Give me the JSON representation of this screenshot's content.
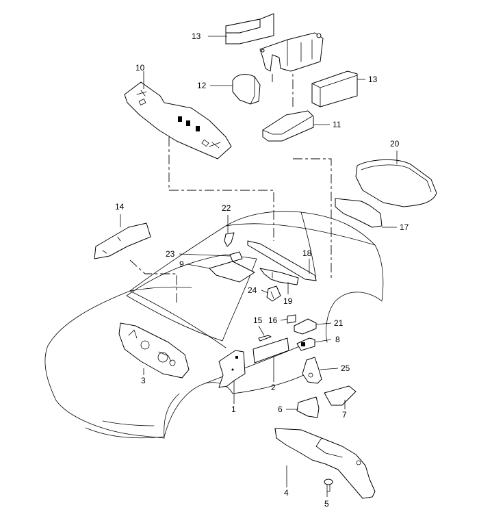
{
  "callouts": [
    {
      "id": "1",
      "label": "1"
    },
    {
      "id": "2",
      "label": "2"
    },
    {
      "id": "3",
      "label": "3"
    },
    {
      "id": "4",
      "label": "4"
    },
    {
      "id": "5",
      "label": "5"
    },
    {
      "id": "6",
      "label": "6"
    },
    {
      "id": "7",
      "label": "7"
    },
    {
      "id": "8",
      "label": "8"
    },
    {
      "id": "9",
      "label": "9"
    },
    {
      "id": "10",
      "label": "10"
    },
    {
      "id": "11",
      "label": "11"
    },
    {
      "id": "12",
      "label": "12"
    },
    {
      "id": "13a",
      "label": "13"
    },
    {
      "id": "13b",
      "label": "13"
    },
    {
      "id": "14",
      "label": "14"
    },
    {
      "id": "15",
      "label": "15"
    },
    {
      "id": "16",
      "label": "16"
    },
    {
      "id": "17",
      "label": "17"
    },
    {
      "id": "18",
      "label": "18"
    },
    {
      "id": "19",
      "label": "19"
    },
    {
      "id": "20",
      "label": "20"
    },
    {
      "id": "21",
      "label": "21"
    },
    {
      "id": "22",
      "label": "22"
    },
    {
      "id": "23",
      "label": "23"
    },
    {
      "id": "24",
      "label": "24"
    },
    {
      "id": "25",
      "label": "25"
    }
  ],
  "colors": {
    "line": "#000000",
    "background": "#ffffff"
  }
}
